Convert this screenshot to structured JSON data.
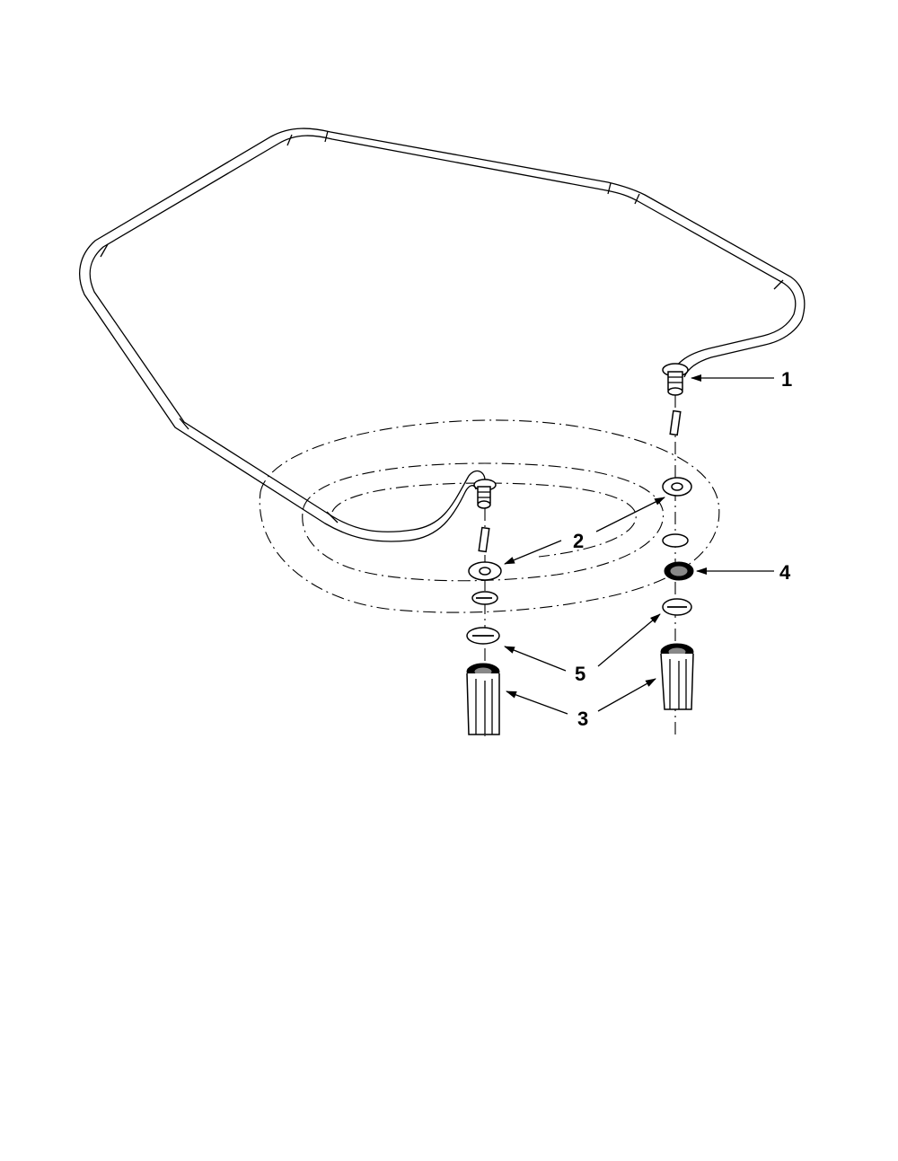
{
  "callouts": [
    {
      "id": "1"
    },
    {
      "id": "2"
    },
    {
      "id": "3"
    },
    {
      "id": "4"
    },
    {
      "id": "5"
    }
  ]
}
